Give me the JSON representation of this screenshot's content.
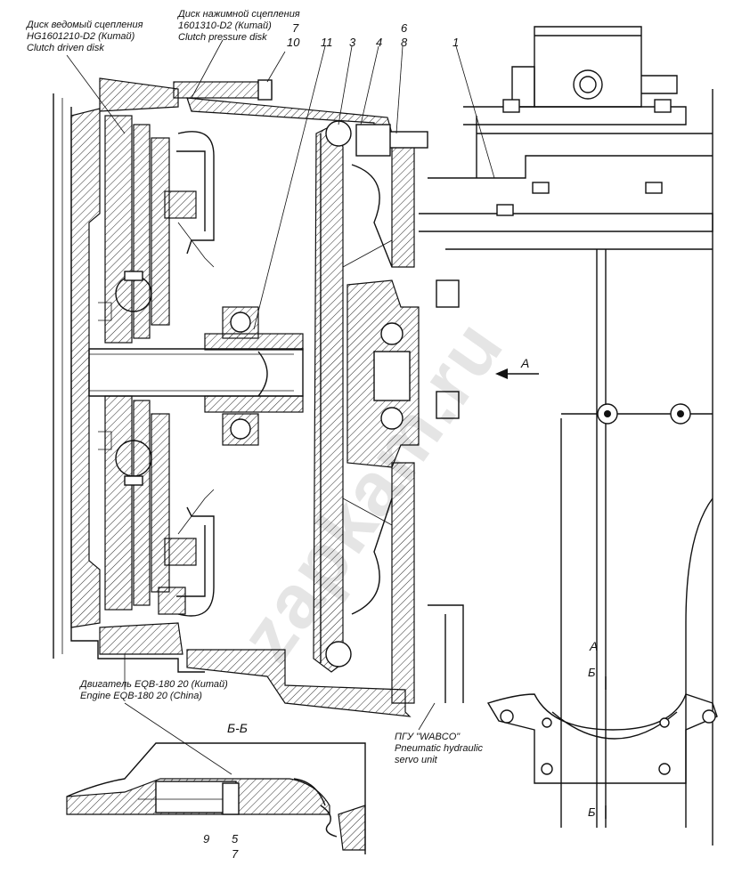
{
  "labels": {
    "driven_disk": [
      "Диск ведомый сцепления",
      "HG1601210-D2 (Китай)",
      "Clutch driven disk"
    ],
    "pressure_disk": [
      "Диск нажимной сцепления",
      "1601310-D2 (Китай)",
      "Clutch pressure disk"
    ],
    "engine": [
      "Двигатель EQB-180 20 (Китай)",
      "Engine EQB-180 20 (China)"
    ],
    "pgu": [
      "ПГУ \"WABCO\"",
      "Pneumatic hydraulic",
      "servo unit"
    ]
  },
  "numbers": {
    "n7_top": "7",
    "n10": "10",
    "n11": "11",
    "n3": "3",
    "n4": "4",
    "n6": "6",
    "n8": "8",
    "n1": "1",
    "n9": "9",
    "n5": "5",
    "n7_bottom": "7"
  },
  "views": {
    "arrow_a": "A",
    "view_a_title": "A",
    "section_title": "Б-Б",
    "cut_mark_top": "Б",
    "cut_mark_bottom": "Б"
  },
  "watermark": "zapkam.ru"
}
